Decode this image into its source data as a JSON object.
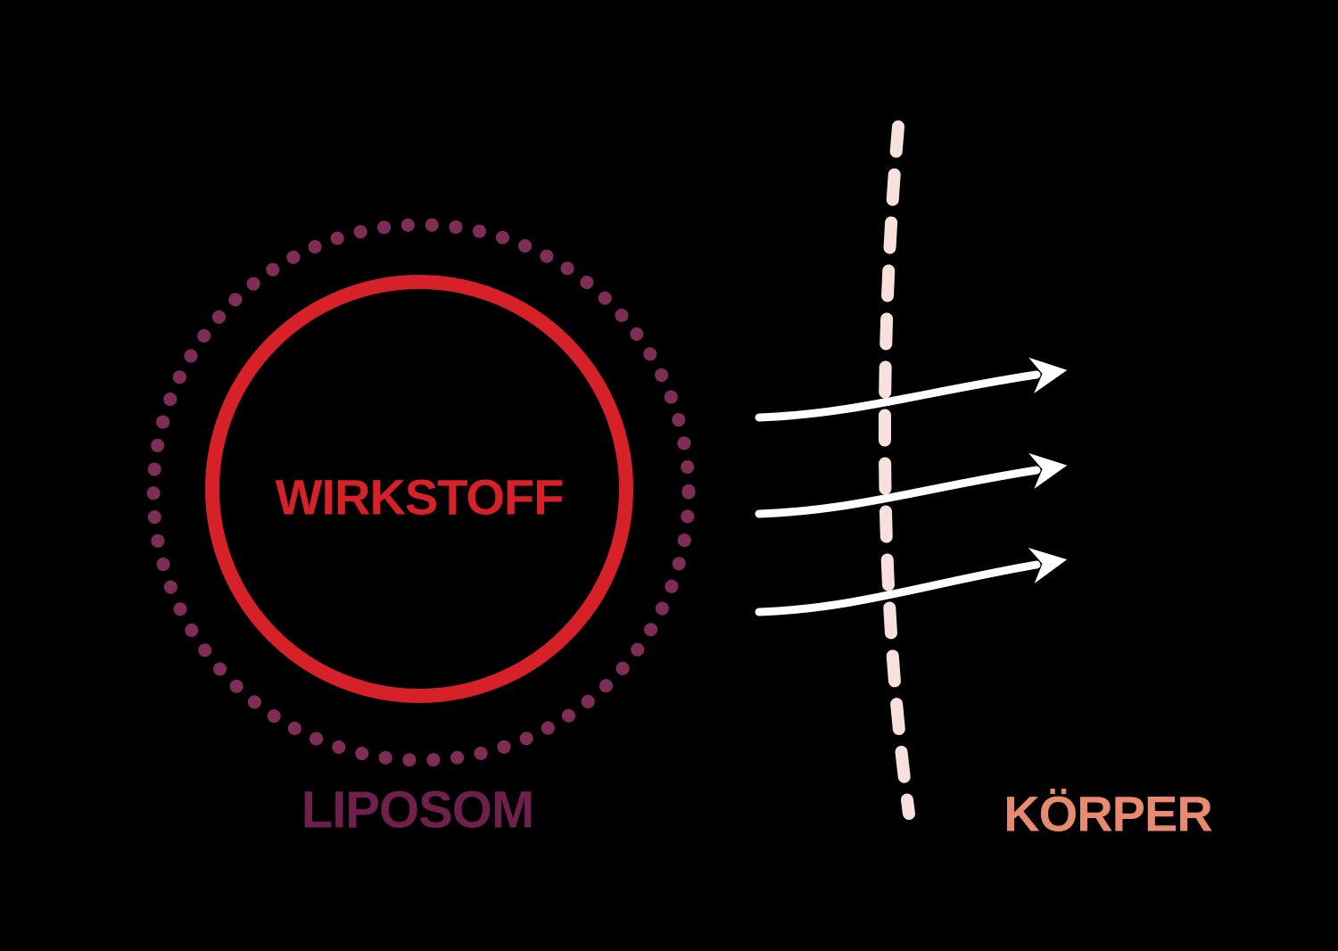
{
  "diagram": {
    "labels": {
      "active_ingredient": "WIRKSTOFF",
      "liposome": "LIPOSOM",
      "body": "KÖRPER"
    },
    "icons": {
      "membrane": "dotted-ring-icon",
      "payload": "solid-circle-icon",
      "barrier": "dashed-line-icon",
      "flow": "arrow-right-icon"
    },
    "colors": {
      "background": "#000000",
      "dotted_ring": "#7e2d57",
      "inner_circle": "#d62128",
      "wirkstoff_text": "#d62128",
      "liposom_text": "#6e1f4b",
      "barrier_dash": "#f8e1dc",
      "arrows": "#ffffff",
      "koerper_text": "#e98a70"
    }
  }
}
